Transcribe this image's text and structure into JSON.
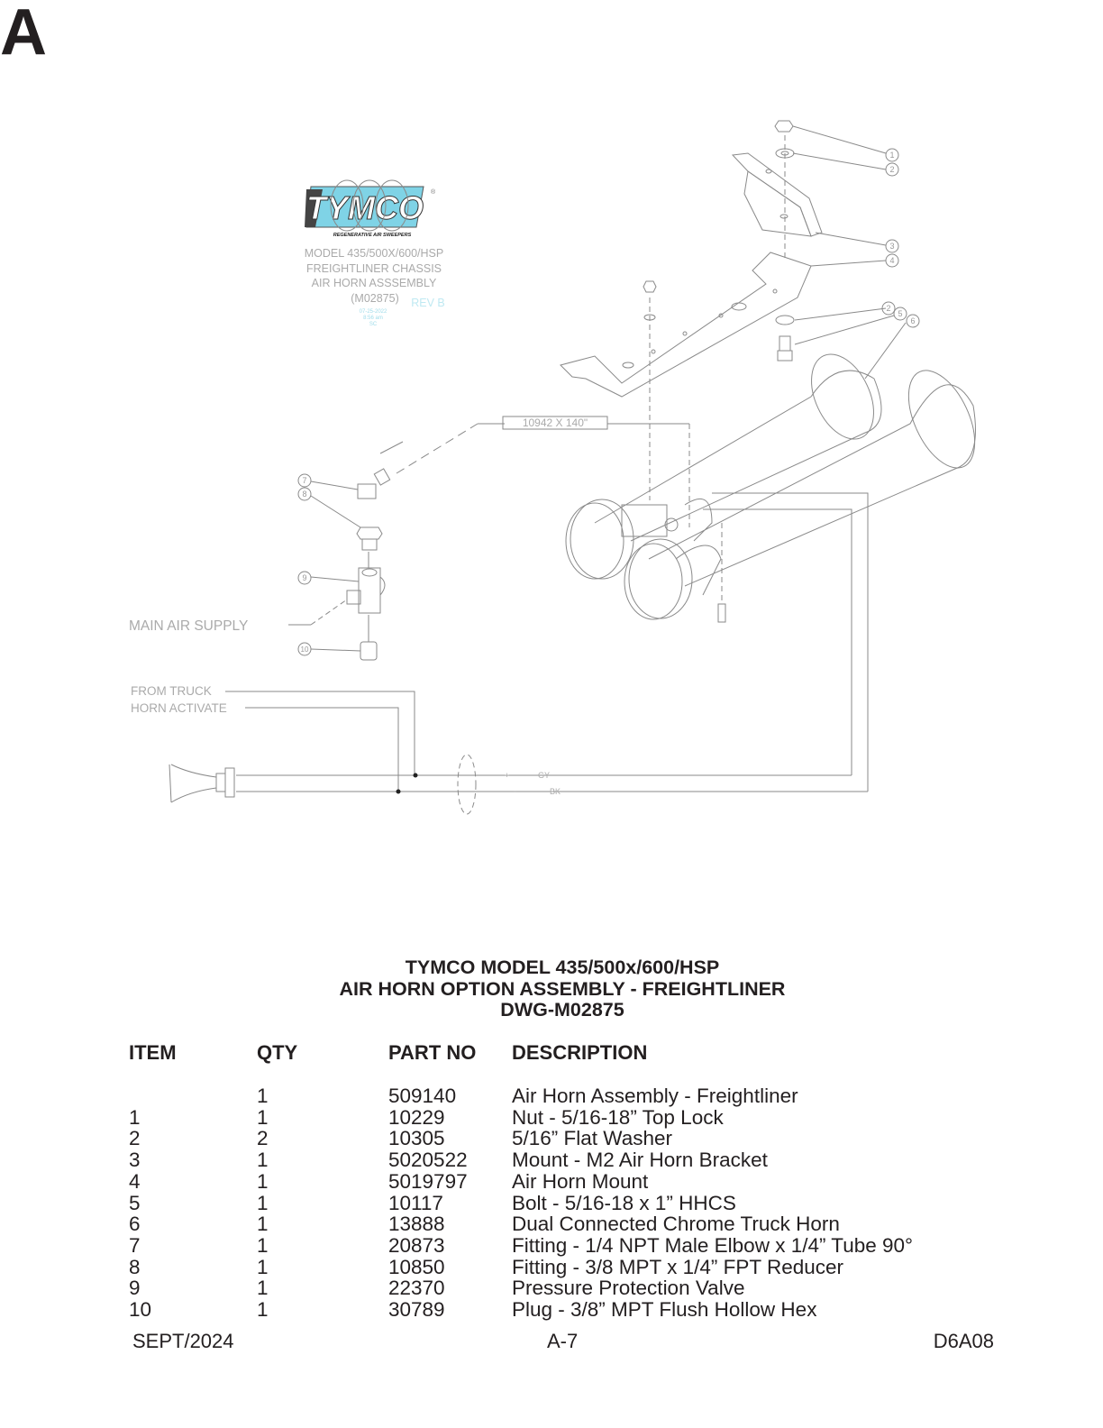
{
  "section_letter": "A",
  "drawing": {
    "logo": {
      "brand": "TYMCO",
      "tagline": "REGENERATIVE AIR SWEEPERS",
      "color": "#7fd3e6"
    },
    "title_block": {
      "line1": "MODEL 435/500X/600/HSP",
      "line2": "FREIGHTLINER CHASSIS",
      "line3": "AIR HORN ASSSEMBLY",
      "line4": "(M02875)",
      "rev": "REV B",
      "date": "07-25-2022",
      "time": "8:56 am",
      "initials": "SC"
    },
    "tube_label": "10942 X 140\"",
    "main_air_supply": "MAIN AIR SUPPLY",
    "from_truck": "FROM TRUCK",
    "horn_activate": "HORN ACTIVATE",
    "wire_plus": "+",
    "wire_minus": "-",
    "wire_gy": "GY",
    "wire_bk": "BK",
    "callouts": [
      "1",
      "2",
      "3",
      "4",
      "2",
      "5",
      "6",
      "7",
      "8",
      "9",
      "10"
    ]
  },
  "title": {
    "line1": "TYMCO MODEL 435/500x/600/HSP",
    "line2": "AIR HORN OPTION ASSEMBLY - FREIGHTLINER",
    "line3": "DWG-M02875"
  },
  "table": {
    "headers": [
      "ITEM",
      "QTY",
      "PART NO",
      "DESCRIPTION"
    ],
    "rows": [
      {
        "item": "",
        "qty": "1",
        "part": "509140",
        "desc": "Air Horn Assembly - Freightliner"
      },
      {
        "item": "1",
        "qty": "1",
        "part": "10229",
        "desc": "Nut - 5/16-18” Top Lock"
      },
      {
        "item": "2",
        "qty": "2",
        "part": "10305",
        "desc": "5/16” Flat Washer"
      },
      {
        "item": "3",
        "qty": "1",
        "part": "5020522",
        "desc": "Mount - M2 Air Horn Bracket"
      },
      {
        "item": "4",
        "qty": "1",
        "part": "5019797",
        "desc": "Air Horn Mount"
      },
      {
        "item": "5",
        "qty": "1",
        "part": "10117",
        "desc": "Bolt - 5/16-18 x 1” HHCS"
      },
      {
        "item": "6",
        "qty": "1",
        "part": "13888",
        "desc": "Dual Connected Chrome Truck Horn"
      },
      {
        "item": "7",
        "qty": "1",
        "part": "20873",
        "desc": "Fitting - 1/4 NPT Male Elbow x 1/4” Tube 90°"
      },
      {
        "item": "8",
        "qty": "1",
        "part": "10850",
        "desc": "Fitting - 3/8 MPT x 1/4” FPT Reducer"
      },
      {
        "item": "9",
        "qty": "1",
        "part": "22370",
        "desc": "Pressure Protection Valve"
      },
      {
        "item": "10",
        "qty": "1",
        "part": "30789",
        "desc": "Plug - 3/8” MPT Flush Hollow Hex"
      }
    ]
  },
  "footer": {
    "date": "SEPT/2024",
    "page": "A-7",
    "code": "D6A08"
  }
}
